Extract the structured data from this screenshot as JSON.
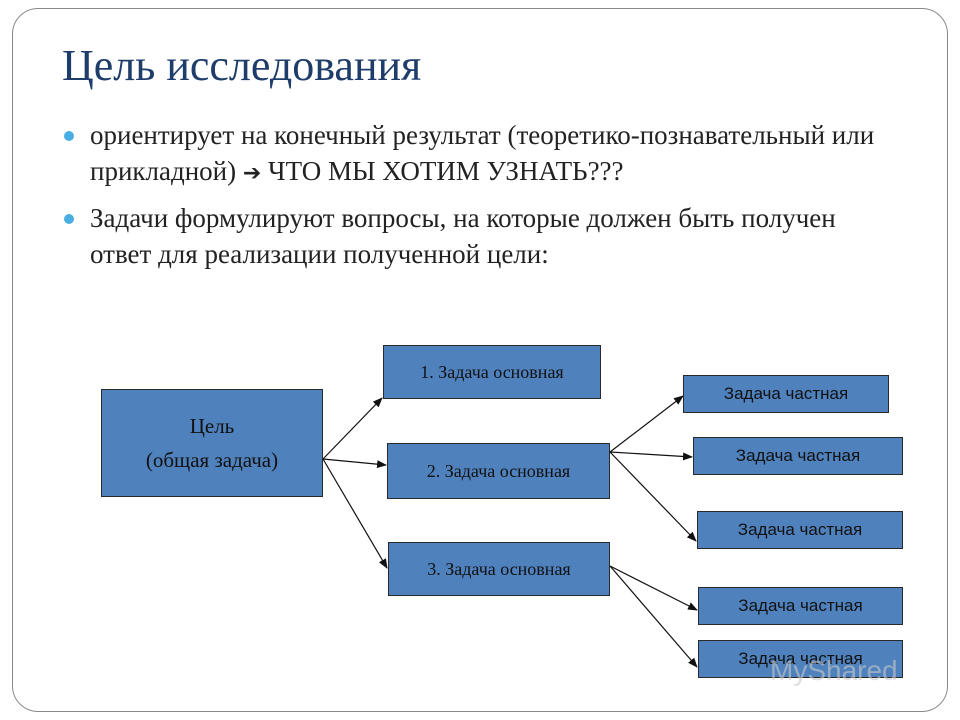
{
  "slide": {
    "title": "Цель исследования",
    "bullets": [
      {
        "text_before": "ориентирует  на конечный результат (теоретико-познавательный или прикладной)",
        "arrow": "➔",
        "text_after": " ЧТО МЫ ХОТИМ УЗНАТЬ???"
      },
      {
        "text": "Задачи формулируют вопросы, на которые должен быть получен ответ для реализации полученной цели:"
      }
    ]
  },
  "diagram": {
    "goal": {
      "line1": "Цель",
      "line2": "(общая задача)"
    },
    "main_tasks": [
      "1. Задача основная",
      "2. Задача основная",
      "3. Задача основная"
    ],
    "sub_tasks": [
      "Задача частная",
      "Задача частная",
      "Задача частная",
      "Задача частная",
      "Задача частная"
    ]
  },
  "watermark": {
    "text": "MyShared"
  },
  "colors": {
    "title": "#1f3d6b",
    "box_fill": "#4f81bd",
    "bullet": "#4aaee3"
  }
}
